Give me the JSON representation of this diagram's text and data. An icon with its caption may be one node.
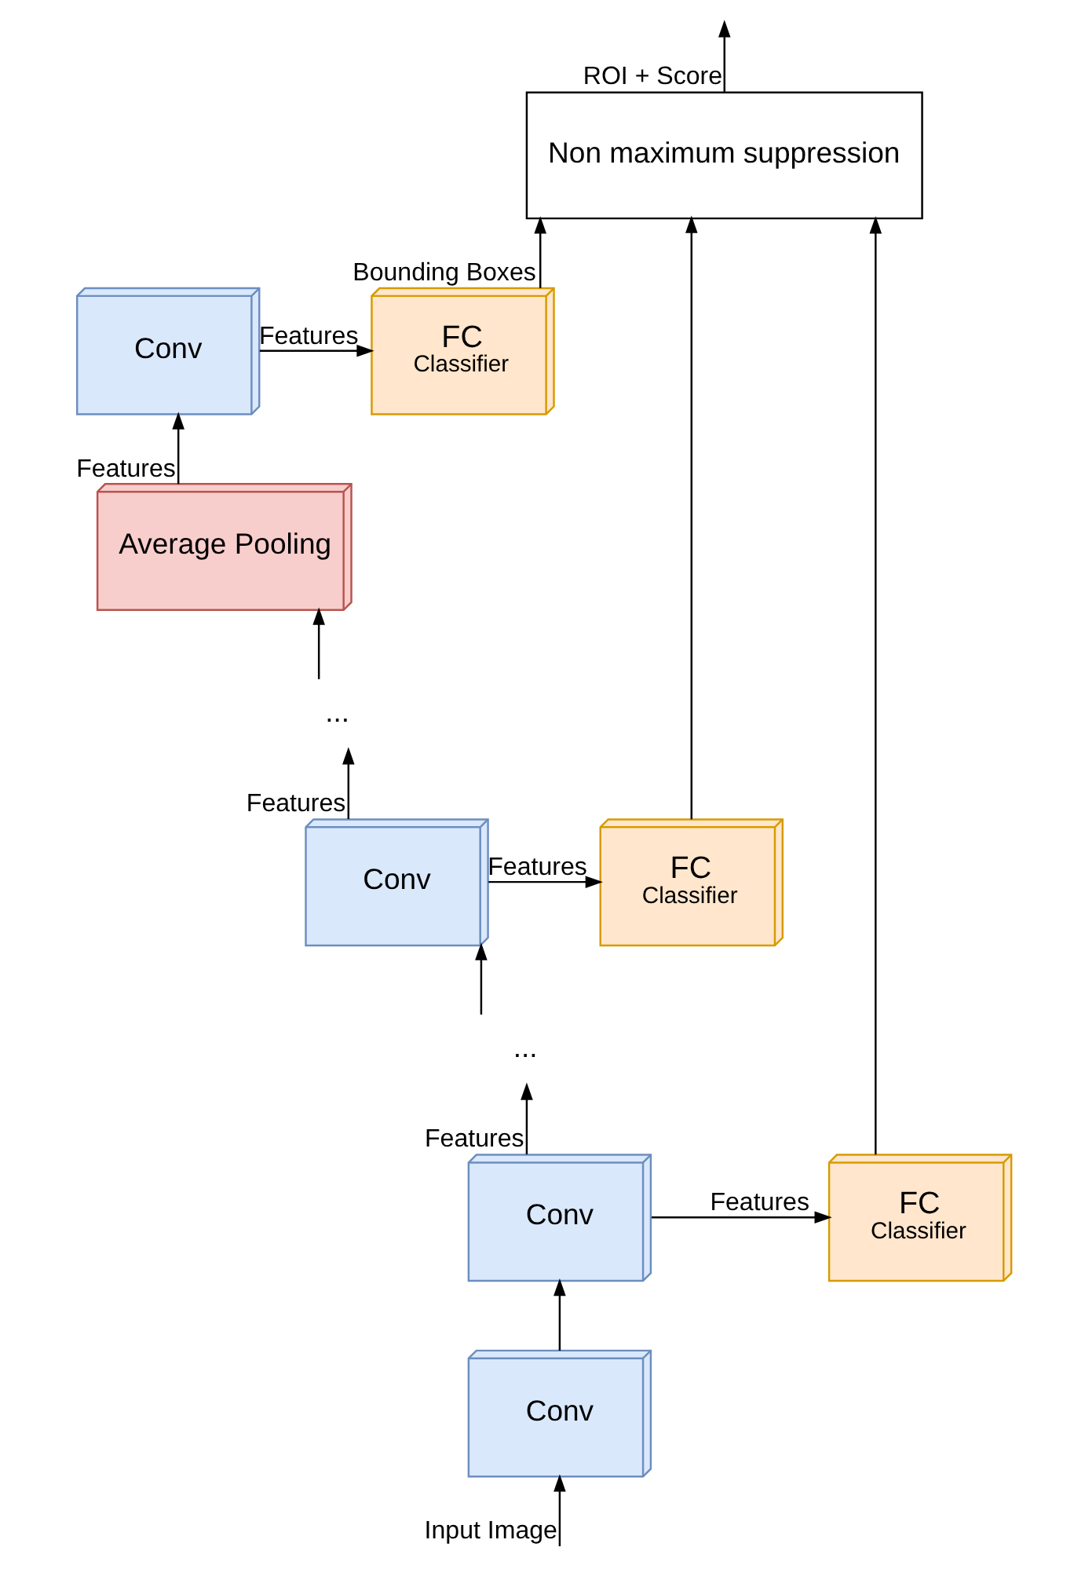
{
  "diagram": {
    "nodes": [
      {
        "text": [
          "Non maximum suppression"
        ]
      },
      {
        "text": [
          "FC",
          "Classifier"
        ]
      },
      {
        "text": [
          "Conv"
        ]
      },
      {
        "text": [
          "Average Pooling"
        ]
      },
      {
        "text": [
          "..."
        ]
      },
      {
        "text": [
          "FC",
          "Classifier"
        ]
      },
      {
        "text": [
          "Conv"
        ]
      },
      {
        "text": [
          "..."
        ]
      },
      {
        "text": [
          "FC",
          "Classifier"
        ]
      },
      {
        "text": [
          "Conv"
        ]
      },
      {
        "text": [
          "Conv"
        ]
      }
    ],
    "edges": [
      {
        "from": 0,
        "to": null,
        "arrow": "to",
        "label": "ROI + Score"
      },
      {
        "from": 1,
        "to": 0,
        "arrow": "to",
        "label": "Bounding Boxes"
      },
      {
        "from": 5,
        "to": 0,
        "arrow": "to"
      },
      {
        "from": 8,
        "to": 0,
        "arrow": "to"
      },
      {
        "from": 2,
        "to": 1,
        "arrow": "to",
        "label": "Features"
      },
      {
        "from": 3,
        "to": 2,
        "arrow": "to",
        "label": "Features"
      },
      {
        "from": 4,
        "to": 3,
        "arrow": "to"
      },
      {
        "from": 6,
        "to": 4,
        "arrow": "to",
        "label": "Features"
      },
      {
        "from": 6,
        "to": 5,
        "arrow": "to",
        "label": "Features"
      },
      {
        "from": 7,
        "to": 6,
        "arrow": "to"
      },
      {
        "from": 9,
        "to": 7,
        "arrow": "to",
        "label": "Features"
      },
      {
        "from": 9,
        "to": 8,
        "arrow": "to",
        "label": "Features"
      },
      {
        "from": 10,
        "to": 9,
        "arrow": "to"
      },
      {
        "from": null,
        "to": 10,
        "arrow": "to",
        "label": "Input Image"
      }
    ]
  }
}
